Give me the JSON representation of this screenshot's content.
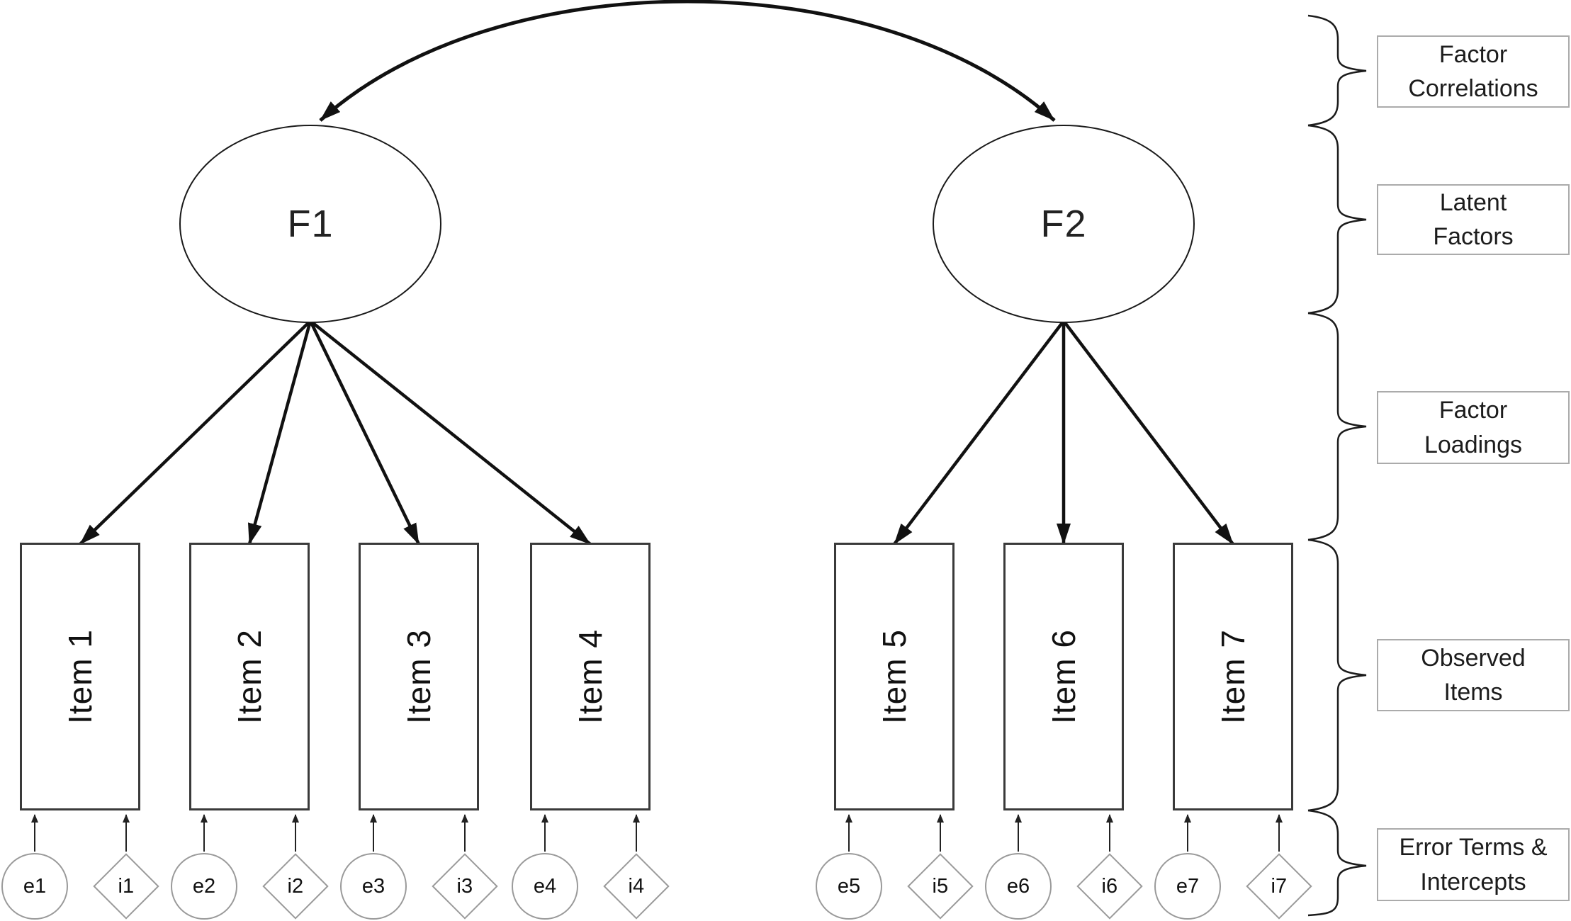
{
  "factors": [
    {
      "label": "F1"
    },
    {
      "label": "F2"
    }
  ],
  "items": [
    {
      "label": "Item 1",
      "error": "e1",
      "intercept": "i1"
    },
    {
      "label": "Item 2",
      "error": "e2",
      "intercept": "i2"
    },
    {
      "label": "Item 3",
      "error": "e3",
      "intercept": "i3"
    },
    {
      "label": "Item 4",
      "error": "e4",
      "intercept": "i4"
    },
    {
      "label": "Item 5",
      "error": "e5",
      "intercept": "i5"
    },
    {
      "label": "Item 6",
      "error": "e6",
      "intercept": "i6"
    },
    {
      "label": "Item 7",
      "error": "e7",
      "intercept": "i7"
    }
  ],
  "annotations": [
    {
      "line1": "Factor",
      "line2": "Correlations"
    },
    {
      "line1": "Latent",
      "line2": "Factors"
    },
    {
      "line1": "Factor",
      "line2": "Loadings"
    },
    {
      "line1": "Observed",
      "line2": "Items"
    },
    {
      "line1": "Error Terms &",
      "line2": "Intercepts"
    }
  ],
  "colors": {
    "background": "#ffffff",
    "arrow_line": "#111111",
    "shape_border_dark": "#3a3a3a",
    "ellipse_border": "#1a1a1a",
    "light_shape_border": "#9a9a9a",
    "annotation_border": "#ababab",
    "text": "#141414"
  }
}
